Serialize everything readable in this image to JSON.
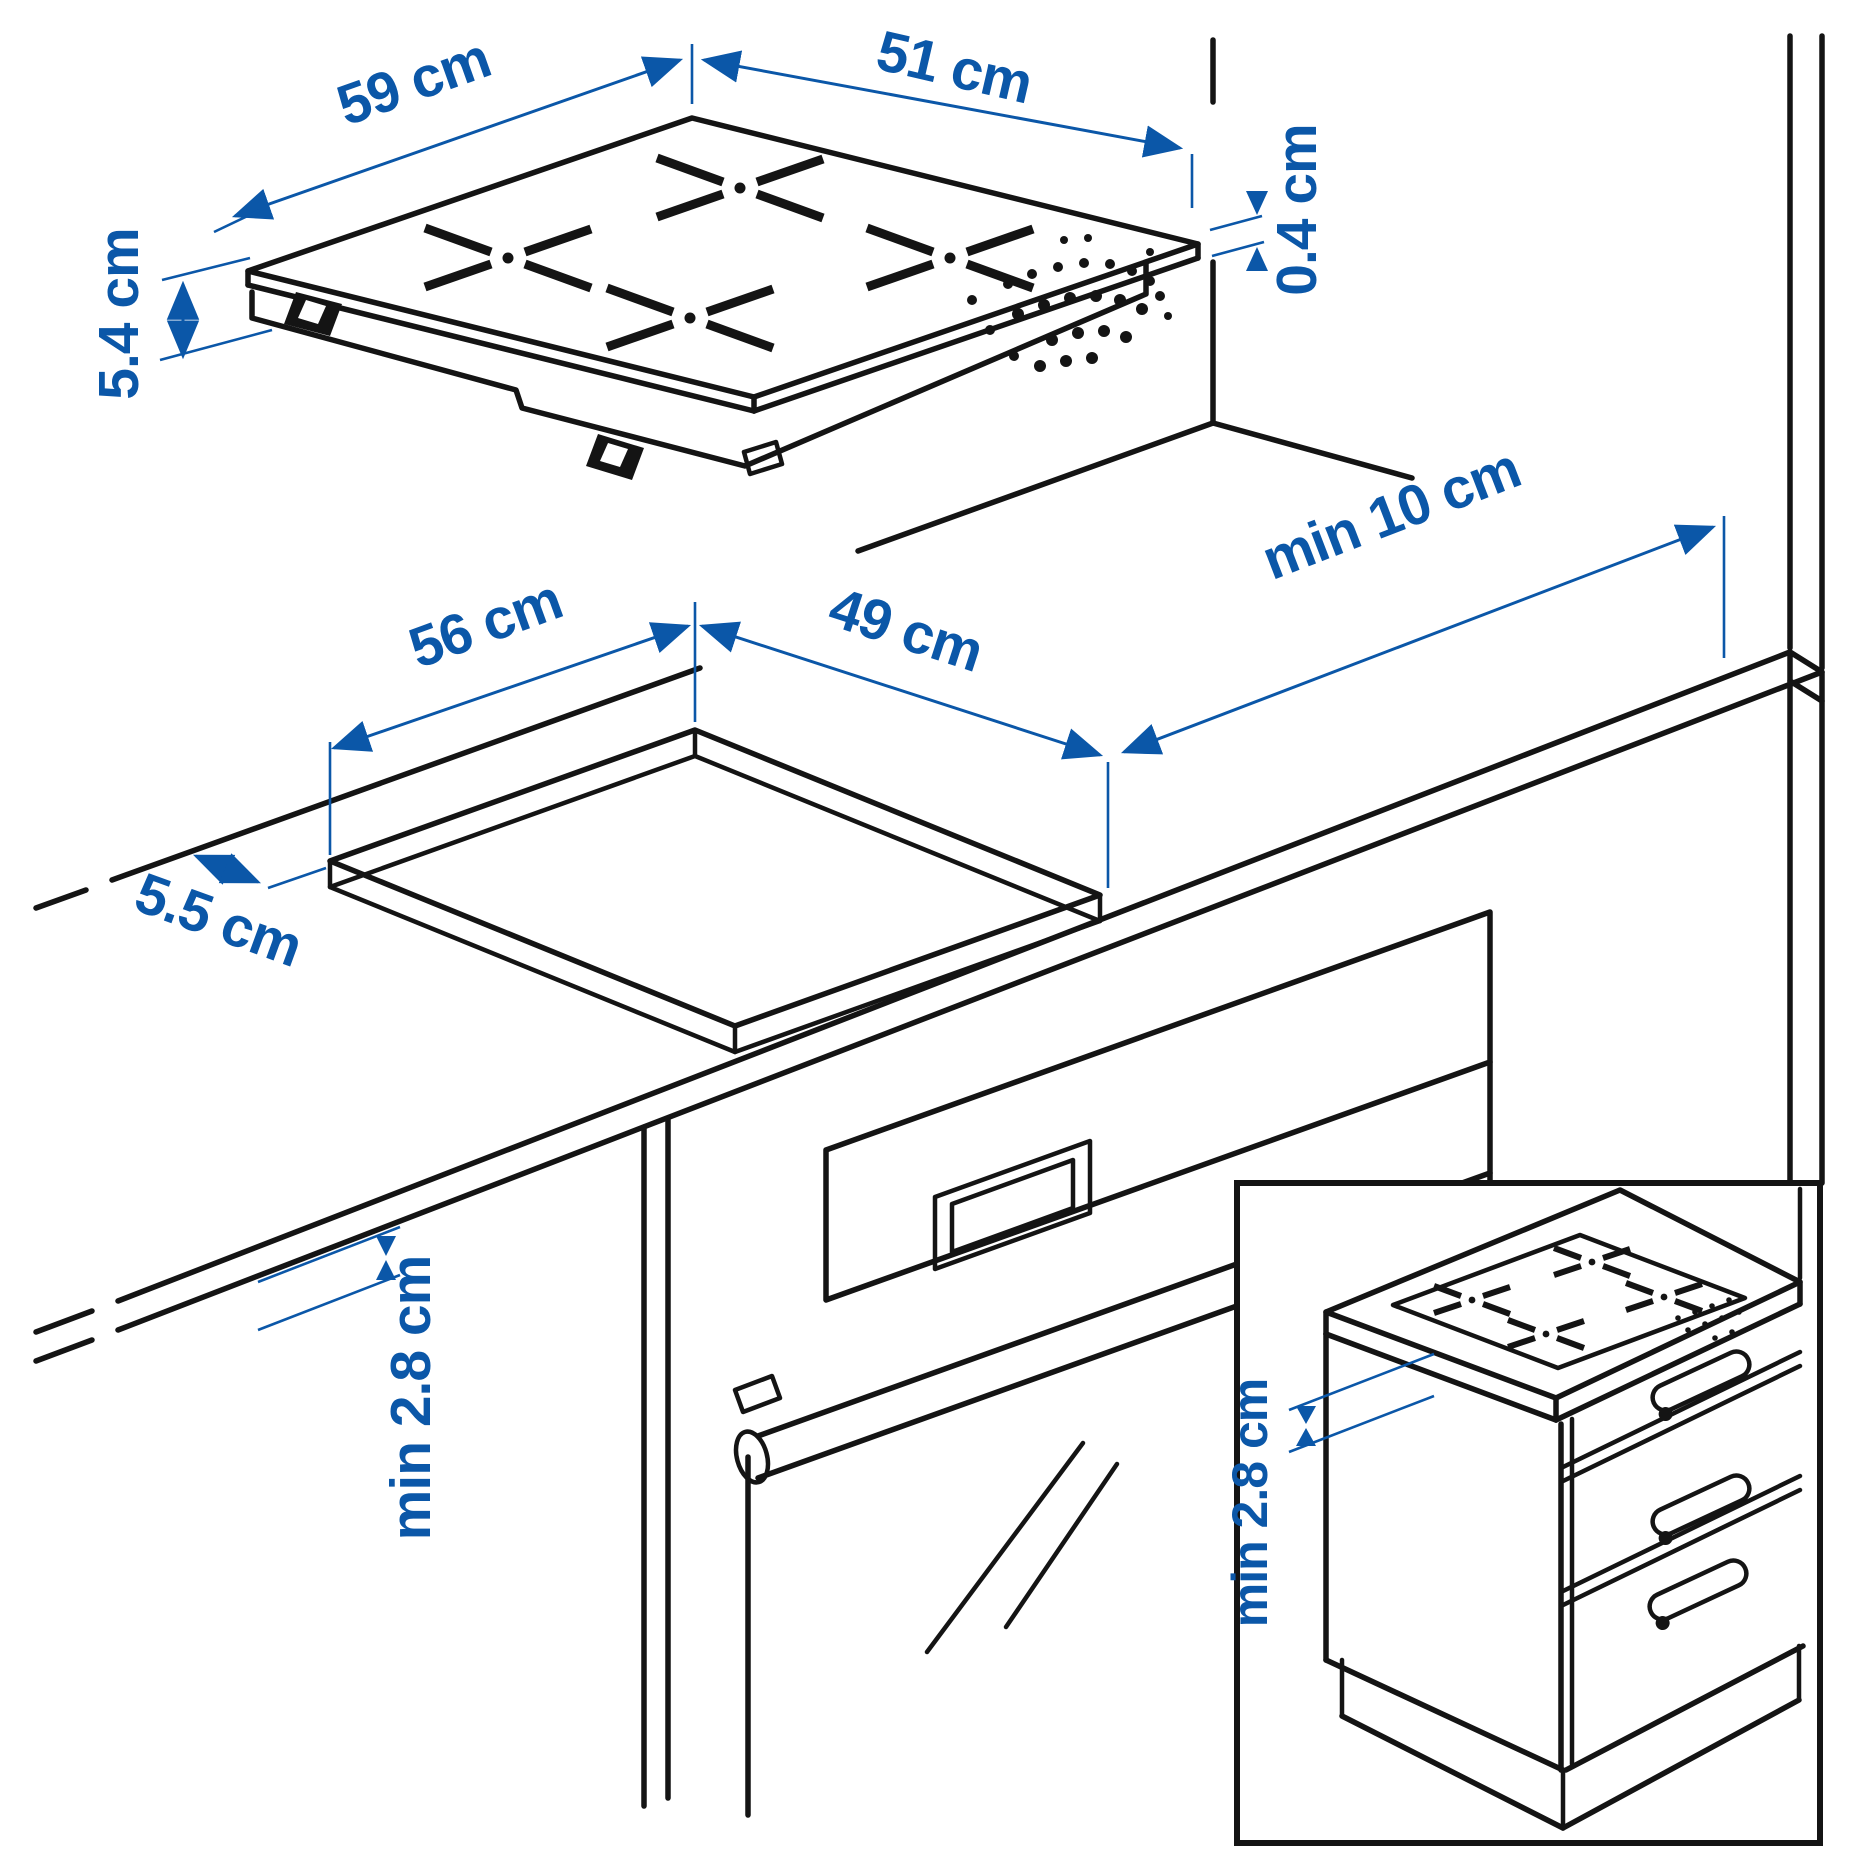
{
  "colors": {
    "dimension_blue": "#0b57a8",
    "line_black": "#141414",
    "background": "#ffffff"
  },
  "labels": {
    "hob_width": "59 cm",
    "hob_depth": "51 cm",
    "hob_height": "5.4 cm",
    "glass_edge_thickness": "0.4 cm",
    "cutout_width": "56 cm",
    "cutout_depth": "49 cm",
    "right_clearance": "min 10 cm",
    "front_clearance": "5.5 cm",
    "worktop_min_thickness": "min 2.8 cm",
    "inset_worktop_min_thickness": "min 2.8 cm"
  }
}
